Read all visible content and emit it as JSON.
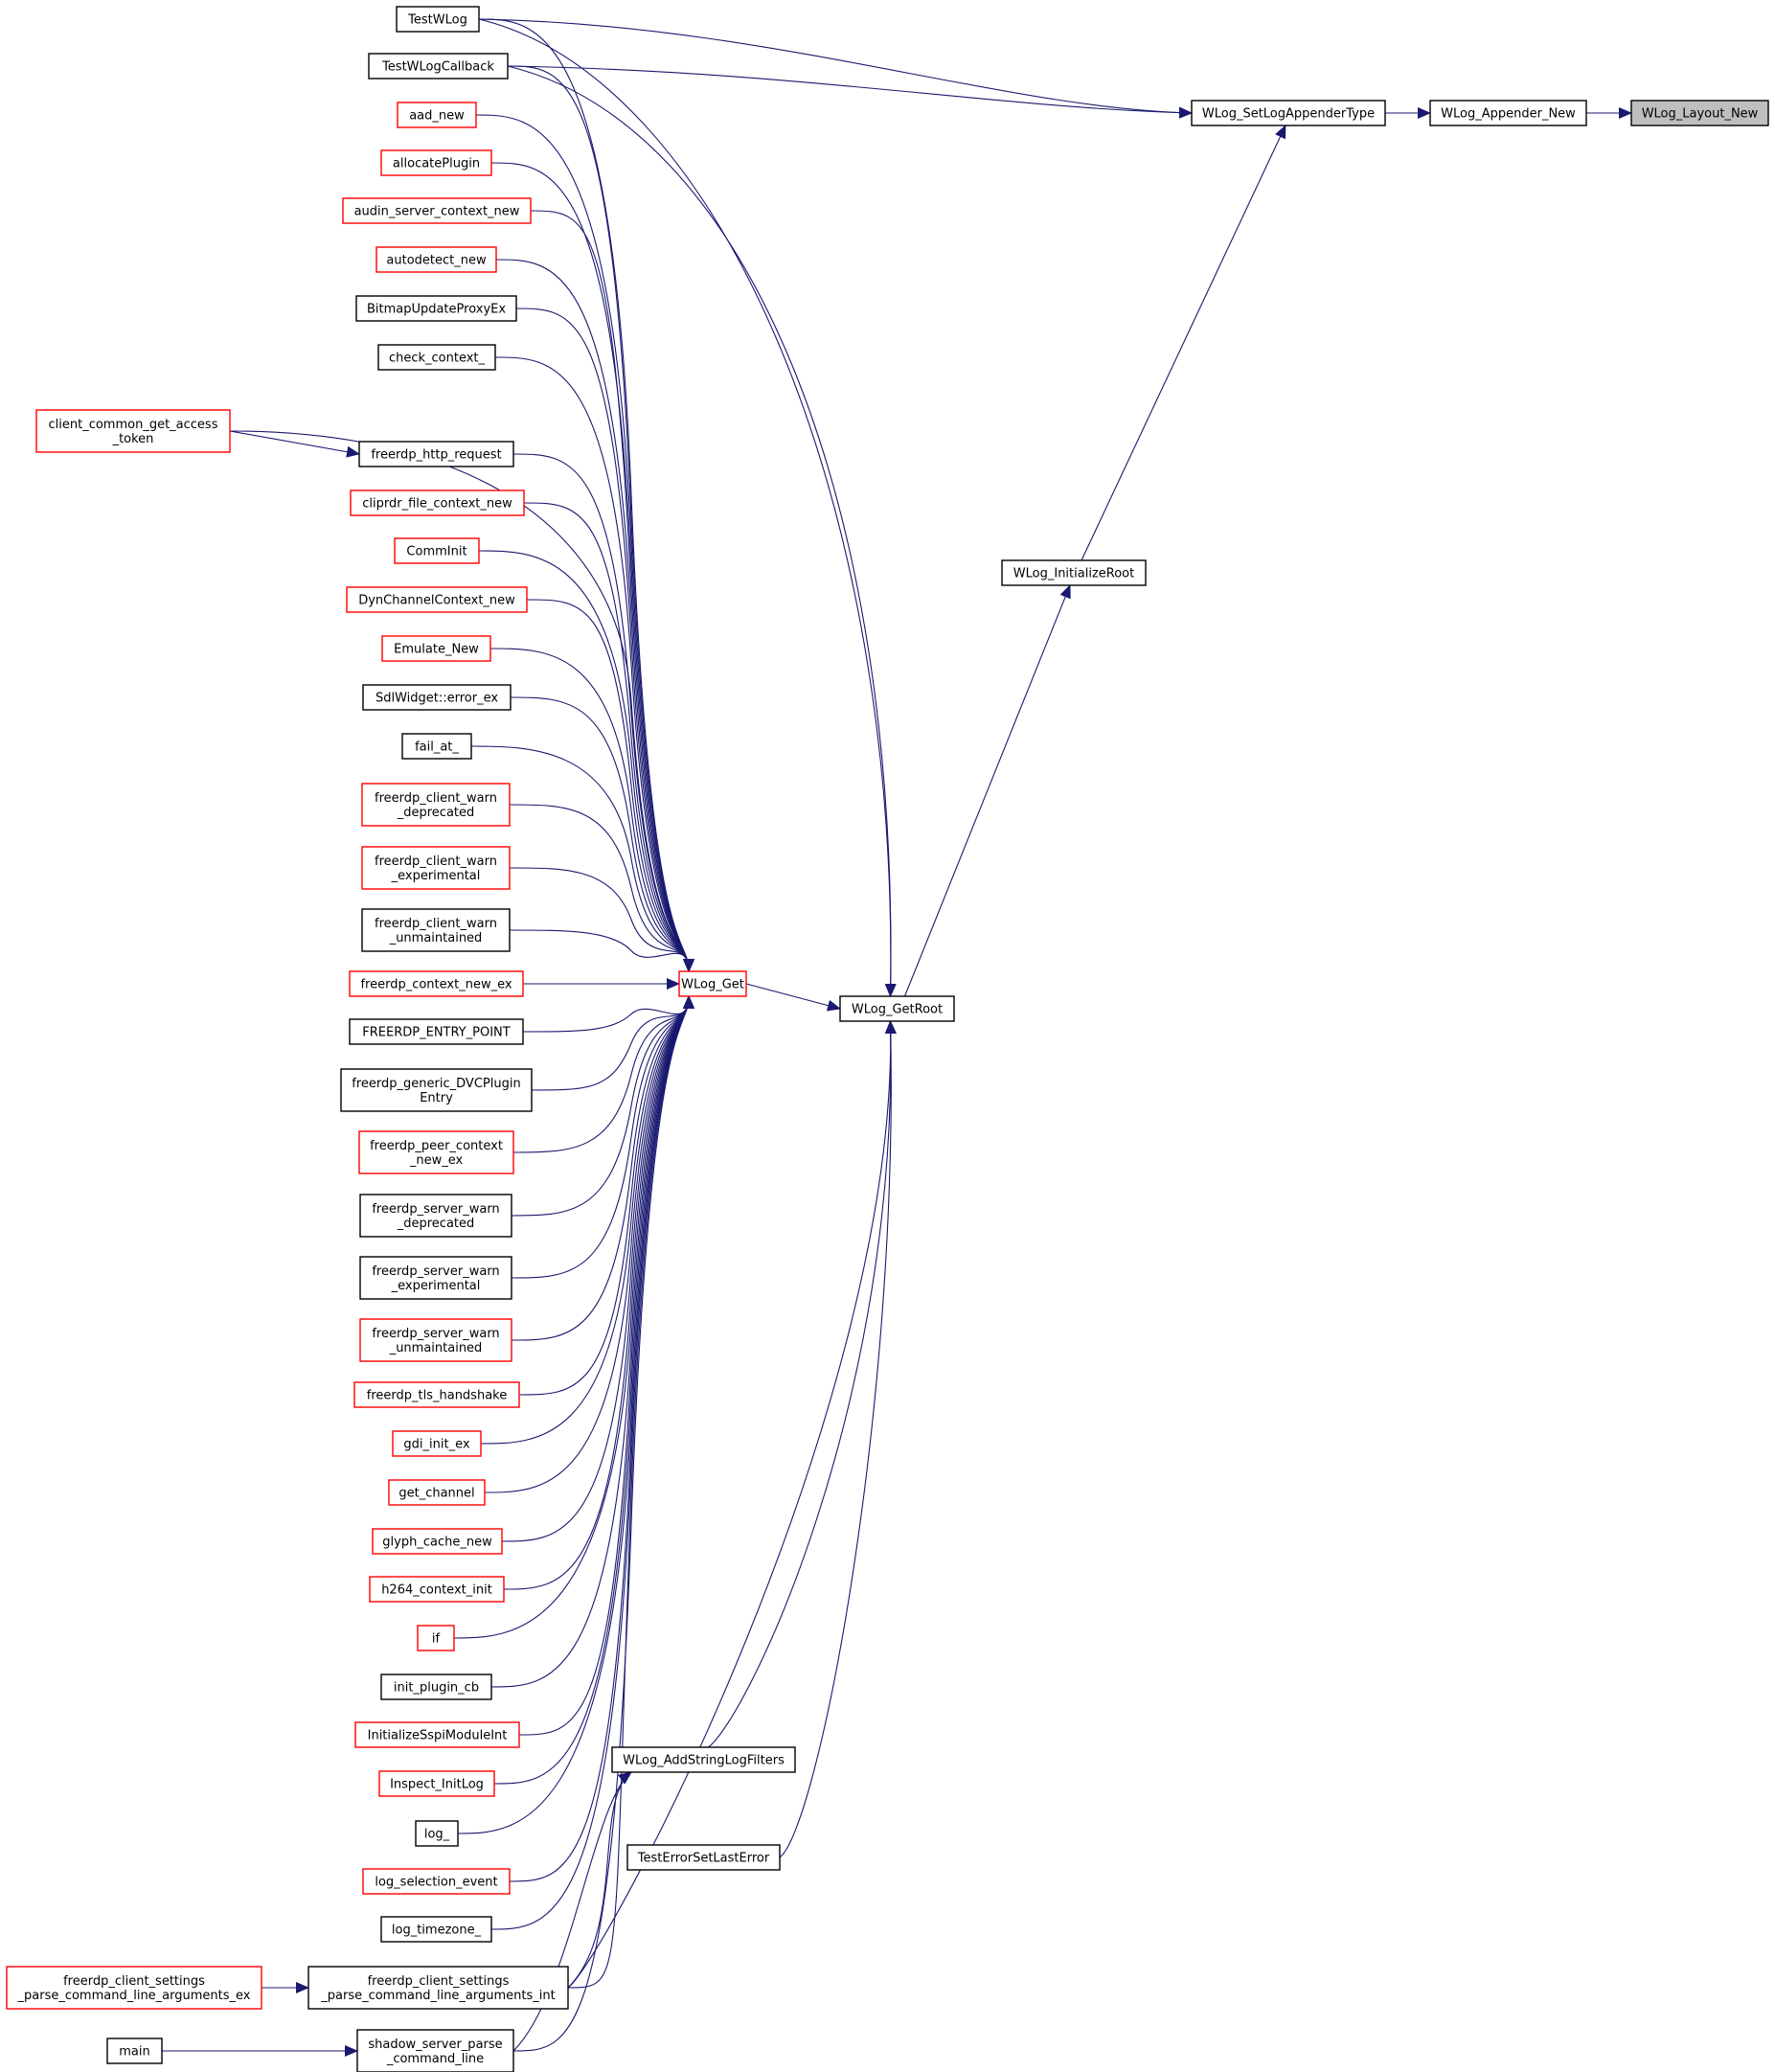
{
  "nodes": [
    {
      "id": "TestWLog",
      "lines": [
        "TestWLog"
      ],
      "border": "black"
    },
    {
      "id": "TestWLogCallback",
      "lines": [
        "TestWLogCallback"
      ],
      "border": "black"
    },
    {
      "id": "aad_new",
      "lines": [
        "aad_new"
      ],
      "border": "red"
    },
    {
      "id": "allocatePlugin",
      "lines": [
        "allocatePlugin"
      ],
      "border": "red"
    },
    {
      "id": "audin_server_context_new",
      "lines": [
        "audin_server_context_new"
      ],
      "border": "red"
    },
    {
      "id": "autodetect_new",
      "lines": [
        "autodetect_new"
      ],
      "border": "red"
    },
    {
      "id": "BitmapUpdateProxyEx",
      "lines": [
        "BitmapUpdateProxyEx"
      ],
      "border": "black"
    },
    {
      "id": "check_context_",
      "lines": [
        "check_context_"
      ],
      "border": "black"
    },
    {
      "id": "client_common_get_access_token",
      "lines": [
        "client_common_get_access",
        "_token"
      ],
      "border": "red"
    },
    {
      "id": "freerdp_http_request",
      "lines": [
        "freerdp_http_request"
      ],
      "border": "black"
    },
    {
      "id": "cliprdr_file_context_new",
      "lines": [
        "cliprdr_file_context_new"
      ],
      "border": "red"
    },
    {
      "id": "CommInit",
      "lines": [
        "CommInit"
      ],
      "border": "red"
    },
    {
      "id": "DynChannelContext_new",
      "lines": [
        "DynChannelContext_new"
      ],
      "border": "red"
    },
    {
      "id": "Emulate_New",
      "lines": [
        "Emulate_New"
      ],
      "border": "red"
    },
    {
      "id": "SdlWidget_error_ex",
      "lines": [
        "SdlWidget::error_ex"
      ],
      "border": "black"
    },
    {
      "id": "fail_at_",
      "lines": [
        "fail_at_"
      ],
      "border": "black"
    },
    {
      "id": "freerdp_client_warn_deprecated",
      "lines": [
        "freerdp_client_warn",
        "_deprecated"
      ],
      "border": "red"
    },
    {
      "id": "freerdp_client_warn_experimental",
      "lines": [
        "freerdp_client_warn",
        "_experimental"
      ],
      "border": "red"
    },
    {
      "id": "freerdp_client_warn_unmaintained",
      "lines": [
        "freerdp_client_warn",
        "_unmaintained"
      ],
      "border": "black"
    },
    {
      "id": "freerdp_context_new_ex",
      "lines": [
        "freerdp_context_new_ex"
      ],
      "border": "red"
    },
    {
      "id": "FREERDP_ENTRY_POINT",
      "lines": [
        "FREERDP_ENTRY_POINT"
      ],
      "border": "black"
    },
    {
      "id": "freerdp_generic_DVCPluginEntry",
      "lines": [
        "freerdp_generic_DVCPlugin",
        "Entry"
      ],
      "border": "black"
    },
    {
      "id": "freerdp_peer_context_new_ex",
      "lines": [
        "freerdp_peer_context",
        "_new_ex"
      ],
      "border": "red"
    },
    {
      "id": "freerdp_server_warn_deprecated",
      "lines": [
        "freerdp_server_warn",
        "_deprecated"
      ],
      "border": "black"
    },
    {
      "id": "freerdp_server_warn_experimental",
      "lines": [
        "freerdp_server_warn",
        "_experimental"
      ],
      "border": "black"
    },
    {
      "id": "freerdp_server_warn_unmaintained",
      "lines": [
        "freerdp_server_warn",
        "_unmaintained"
      ],
      "border": "red"
    },
    {
      "id": "freerdp_tls_handshake",
      "lines": [
        "freerdp_tls_handshake"
      ],
      "border": "red"
    },
    {
      "id": "gdi_init_ex",
      "lines": [
        "gdi_init_ex"
      ],
      "border": "red"
    },
    {
      "id": "get_channel",
      "lines": [
        "get_channel"
      ],
      "border": "red"
    },
    {
      "id": "glyph_cache_new",
      "lines": [
        "glyph_cache_new"
      ],
      "border": "red"
    },
    {
      "id": "h264_context_init",
      "lines": [
        "h264_context_init"
      ],
      "border": "red"
    },
    {
      "id": "if",
      "lines": [
        "if"
      ],
      "border": "red"
    },
    {
      "id": "init_plugin_cb",
      "lines": [
        "init_plugin_cb"
      ],
      "border": "black"
    },
    {
      "id": "InitializeSspiModuleInt",
      "lines": [
        "InitializeSspiModuleInt"
      ],
      "border": "red"
    },
    {
      "id": "Inspect_InitLog",
      "lines": [
        "Inspect_InitLog"
      ],
      "border": "red"
    },
    {
      "id": "log_",
      "lines": [
        "log_"
      ],
      "border": "black"
    },
    {
      "id": "log_selection_event",
      "lines": [
        "log_selection_event"
      ],
      "border": "red"
    },
    {
      "id": "log_timezone_",
      "lines": [
        "log_timezone_"
      ],
      "border": "black"
    },
    {
      "id": "fcs_parse_ex",
      "lines": [
        "freerdp_client_settings",
        "_parse_command_line_arguments_ex"
      ],
      "border": "red"
    },
    {
      "id": "fcs_parse_int",
      "lines": [
        "freerdp_client_settings",
        "_parse_command_line_arguments_int"
      ],
      "border": "black"
    },
    {
      "id": "main",
      "lines": [
        "main"
      ],
      "border": "black"
    },
    {
      "id": "shadow_server_parse_command_line",
      "lines": [
        "shadow_server_parse",
        "_command_line"
      ],
      "border": "black"
    },
    {
      "id": "WLog_Get",
      "lines": [
        "WLog_Get"
      ],
      "border": "red"
    },
    {
      "id": "WLog_AddStringLogFilters",
      "lines": [
        "WLog_AddStringLogFilters"
      ],
      "border": "black"
    },
    {
      "id": "TestErrorSetLastError",
      "lines": [
        "TestErrorSetLastError"
      ],
      "border": "black"
    },
    {
      "id": "WLog_GetRoot",
      "lines": [
        "WLog_GetRoot"
      ],
      "border": "black"
    },
    {
      "id": "WLog_InitializeRoot",
      "lines": [
        "WLog_InitializeRoot"
      ],
      "border": "black"
    },
    {
      "id": "WLog_SetLogAppenderType",
      "lines": [
        "WLog_SetLogAppenderType"
      ],
      "border": "black"
    },
    {
      "id": "WLog_Appender_New",
      "lines": [
        "WLog_Appender_New"
      ],
      "border": "black"
    },
    {
      "id": "WLog_Layout_New",
      "lines": [
        "WLog_Layout_New"
      ],
      "border": "root"
    }
  ],
  "edges": [
    [
      "TestWLog",
      "WLog_SetLogAppenderType"
    ],
    [
      "TestWLogCallback",
      "WLog_SetLogAppenderType"
    ],
    [
      "WLog_SetLogAppenderType",
      "WLog_Appender_New"
    ],
    [
      "WLog_Appender_New",
      "WLog_Layout_New"
    ],
    [
      "WLog_InitializeRoot",
      "WLog_SetLogAppenderType"
    ],
    [
      "WLog_GetRoot",
      "WLog_InitializeRoot"
    ],
    [
      "WLog_Get",
      "WLog_GetRoot"
    ],
    [
      "TestWLog",
      "WLog_GetRoot"
    ],
    [
      "TestWLogCallback",
      "WLog_GetRoot"
    ],
    [
      "WLog_AddStringLogFilters",
      "WLog_GetRoot"
    ],
    [
      "fcs_parse_int",
      "WLog_GetRoot"
    ],
    [
      "TestErrorSetLastError",
      "WLog_GetRoot"
    ],
    [
      "shadow_server_parse_command_line",
      "WLog_AddStringLogFilters"
    ],
    [
      "fcs_parse_int",
      "WLog_AddStringLogFilters"
    ],
    [
      "client_common_get_access_token",
      "freerdp_http_request"
    ],
    [
      "fcs_parse_ex",
      "fcs_parse_int"
    ],
    [
      "main",
      "shadow_server_parse_command_line"
    ],
    [
      "TestWLog",
      "WLog_Get"
    ],
    [
      "TestWLogCallback",
      "WLog_Get"
    ],
    [
      "aad_new",
      "WLog_Get"
    ],
    [
      "allocatePlugin",
      "WLog_Get"
    ],
    [
      "audin_server_context_new",
      "WLog_Get"
    ],
    [
      "autodetect_new",
      "WLog_Get"
    ],
    [
      "BitmapUpdateProxyEx",
      "WLog_Get"
    ],
    [
      "check_context_",
      "WLog_Get"
    ],
    [
      "client_common_get_access_token",
      "WLog_Get"
    ],
    [
      "freerdp_http_request",
      "WLog_Get"
    ],
    [
      "cliprdr_file_context_new",
      "WLog_Get"
    ],
    [
      "CommInit",
      "WLog_Get"
    ],
    [
      "DynChannelContext_new",
      "WLog_Get"
    ],
    [
      "Emulate_New",
      "WLog_Get"
    ],
    [
      "SdlWidget_error_ex",
      "WLog_Get"
    ],
    [
      "fail_at_",
      "WLog_Get"
    ],
    [
      "freerdp_client_warn_deprecated",
      "WLog_Get"
    ],
    [
      "freerdp_client_warn_experimental",
      "WLog_Get"
    ],
    [
      "freerdp_client_warn_unmaintained",
      "WLog_Get"
    ],
    [
      "freerdp_context_new_ex",
      "WLog_Get"
    ],
    [
      "FREERDP_ENTRY_POINT",
      "WLog_Get"
    ],
    [
      "freerdp_generic_DVCPluginEntry",
      "WLog_Get"
    ],
    [
      "freerdp_peer_context_new_ex",
      "WLog_Get"
    ],
    [
      "freerdp_server_warn_deprecated",
      "WLog_Get"
    ],
    [
      "freerdp_server_warn_experimental",
      "WLog_Get"
    ],
    [
      "freerdp_server_warn_unmaintained",
      "WLog_Get"
    ],
    [
      "freerdp_tls_handshake",
      "WLog_Get"
    ],
    [
      "gdi_init_ex",
      "WLog_Get"
    ],
    [
      "get_channel",
      "WLog_Get"
    ],
    [
      "glyph_cache_new",
      "WLog_Get"
    ],
    [
      "h264_context_init",
      "WLog_Get"
    ],
    [
      "if",
      "WLog_Get"
    ],
    [
      "init_plugin_cb",
      "WLog_Get"
    ],
    [
      "InitializeSspiModuleInt",
      "WLog_Get"
    ],
    [
      "Inspect_InitLog",
      "WLog_Get"
    ],
    [
      "log_",
      "WLog_Get"
    ],
    [
      "log_selection_event",
      "WLog_Get"
    ],
    [
      "log_timezone_",
      "WLog_Get"
    ],
    [
      "fcs_parse_int",
      "WLog_Get"
    ],
    [
      "shadow_server_parse_command_line",
      "WLog_Get"
    ]
  ],
  "colors": {
    "edge": "#191970",
    "node_border": "#000000",
    "external_border": "#ff0000",
    "root_fill": "#bfbfbf"
  }
}
